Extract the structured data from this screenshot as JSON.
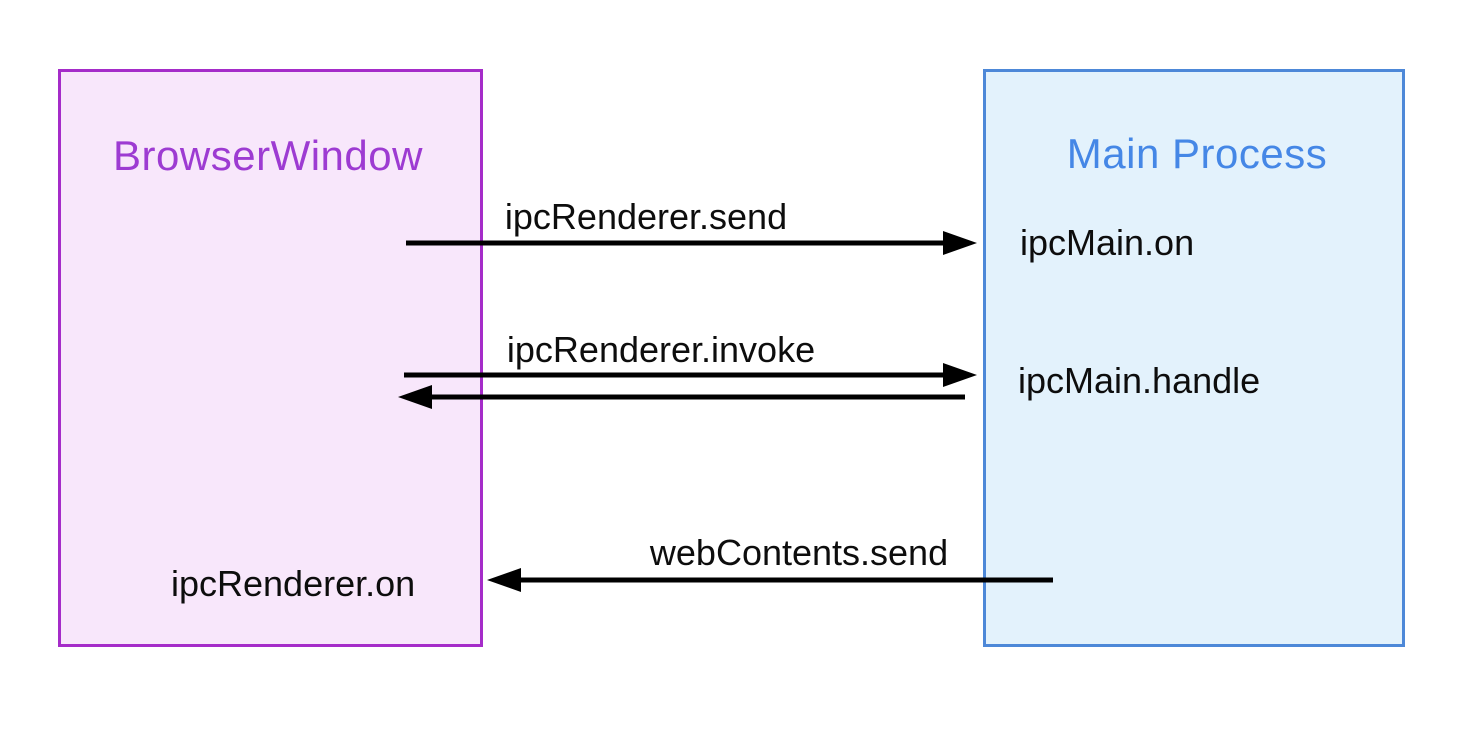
{
  "diagram": {
    "title_implicit": "Electron IPC communication patterns",
    "boxes": {
      "browser_window": {
        "title": "BrowserWindow",
        "items": [
          {
            "label": "ipcRenderer.on"
          }
        ]
      },
      "main_process": {
        "title": "Main Process",
        "items": [
          {
            "label": "ipcMain.on"
          },
          {
            "label": "ipcMain.handle"
          }
        ]
      }
    },
    "arrows": [
      {
        "label": "ipcRenderer.send",
        "from": "BrowserWindow",
        "to": "Main Process",
        "direction": "right"
      },
      {
        "label": "ipcRenderer.invoke",
        "from": "BrowserWindow",
        "to": "Main Process",
        "direction": "both"
      },
      {
        "label": "webContents.send",
        "from": "Main Process",
        "to": "BrowserWindow",
        "direction": "left"
      }
    ]
  },
  "colors": {
    "background": "#ffffff",
    "bw_fill": "#f8e7fb",
    "bw_border": "#a52cc9",
    "bw_title_color": "#9d3bd2",
    "mp_fill": "#e3f2fc",
    "mp_border": "#4d88d8",
    "mp_title_color": "#4587e6",
    "arrow_color": "#000000",
    "label_color": "#0d0d0d"
  }
}
